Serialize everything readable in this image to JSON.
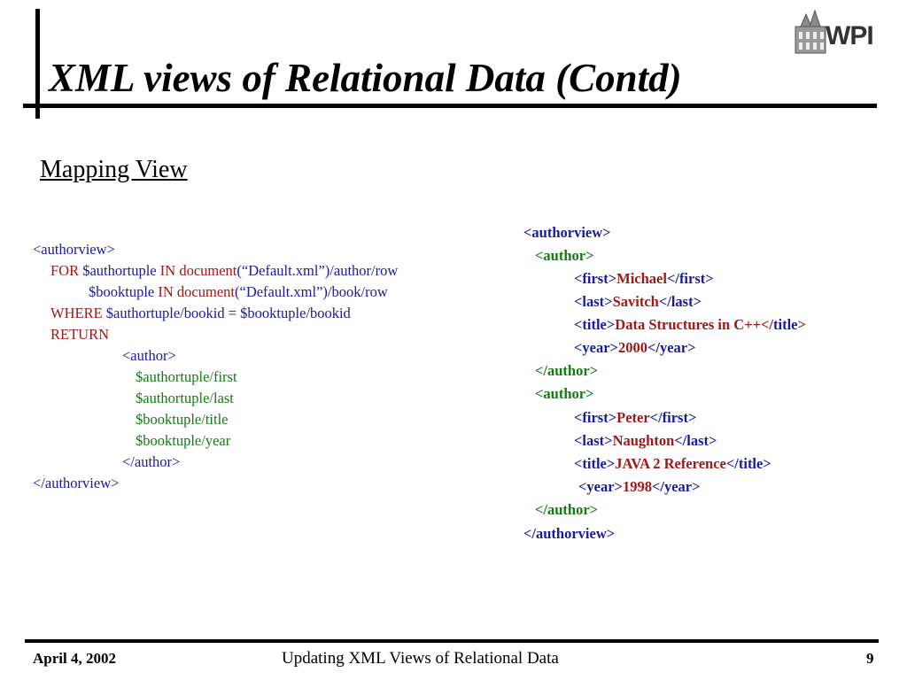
{
  "slide": {
    "title": "XML views of Relational Data (Contd)",
    "subtitle": "Mapping View",
    "logo_text": "WPI"
  },
  "left_code": {
    "l1": "<authorview>",
    "l2_kw": "FOR",
    "l2_var": "$authortuple",
    "l2_in": "IN",
    "l2_fn": "document",
    "l2_arg": "(“Default.xml”)",
    "l2_path": "/author/row",
    "l3_var": "$booktuple",
    "l3_in": "IN",
    "l3_fn": "document",
    "l3_arg": "(“Default.xml”)",
    "l3_path": "/book/row",
    "l4_kw": "WHERE",
    "l4_expr": "$authortuple/bookid = $booktuple/bookid",
    "l5_kw": "RETURN",
    "l6": "<author>",
    "l7": "$authortuple/first",
    "l8": "$authortuple/last",
    "l9": "$booktuple/title",
    "l10": "$booktuple/year",
    "l11": "</author>",
    "l12": "</authorview>"
  },
  "right_code": {
    "open_view": "<authorview>",
    "open_author": "<author>",
    "close_author": "</author>",
    "close_view": "</authorview>",
    "first_open": "<first>",
    "first_close": "</first>",
    "last_open": "<last>",
    "last_close": "</last>",
    "title_open": "<title>",
    "title_close_lt": "</",
    "title_close_name": "title",
    "title_close_gt": ">",
    "title_close": "</title>",
    "year_open": "<year>",
    "year_close": "</year>",
    "authors": [
      {
        "first": "Michael",
        "last": "Savitch",
        "title": "Data Structures in C++",
        "year": "2000"
      },
      {
        "first": "Peter",
        "last": "Naughton",
        "title": "JAVA 2 Reference",
        "year": "1998"
      }
    ]
  },
  "footer": {
    "date": "April 4, 2002",
    "center": "Updating XML Views of  Relational Data",
    "page": "9"
  },
  "colors": {
    "keyword_red": "#a01818",
    "text_blue": "#1a1aa0",
    "var_green": "#157a15"
  }
}
